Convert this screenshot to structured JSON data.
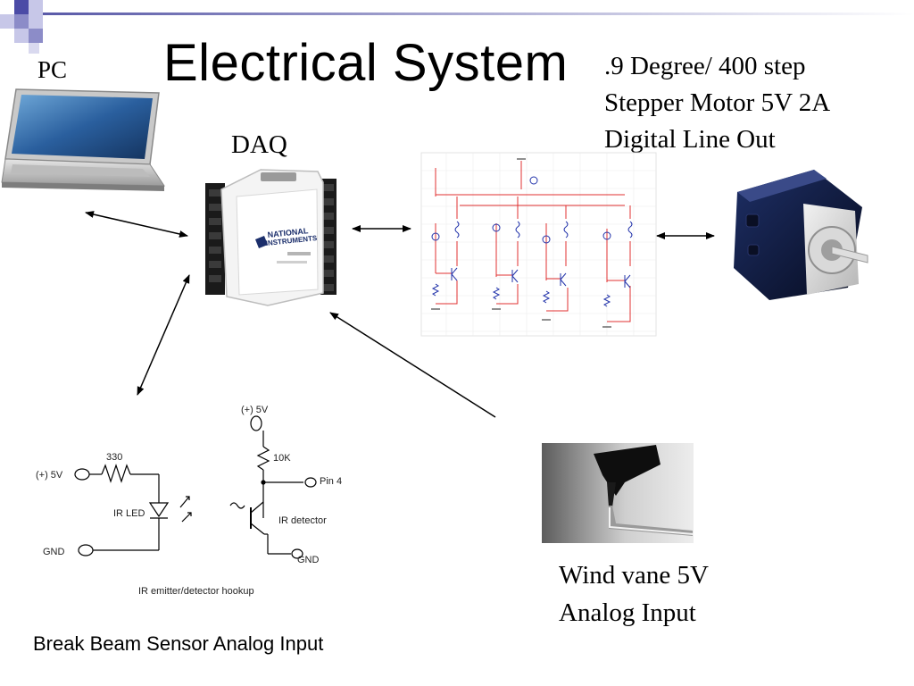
{
  "slide": {
    "title": "Electrical System",
    "pc_label": "PC",
    "daq_label": "DAQ",
    "motor_spec": [
      ".9 Degree/ 400 step",
      "Stepper Motor 5V 2A",
      "Digital Line Out"
    ],
    "wind_vane": [
      "Wind vane 5V",
      "Analog Input"
    ],
    "break_beam": "Break Beam Sensor Analog Input"
  },
  "ir_schematic": {
    "emitter_supply": "(+) 5V",
    "resistor_330": "330",
    "ir_led": "IR LED",
    "emitter_gnd": "GND",
    "detector_supply": "(+) 5V",
    "resistor_10k": "10K",
    "pin": "Pin 4",
    "ir_detector": "IR detector",
    "detector_gnd": "GND",
    "caption": "IR emitter/detector hookup"
  },
  "daq_device": {
    "brand_line1": "NATIONAL",
    "brand_line2": "INSTRUMENTS"
  },
  "colors": {
    "deco_dark": "#4b4ba6",
    "deco_light": "#c7c7e8",
    "arrow": "#000000",
    "circuit_wire": "#e03030",
    "circuit_label": "#2233aa"
  }
}
